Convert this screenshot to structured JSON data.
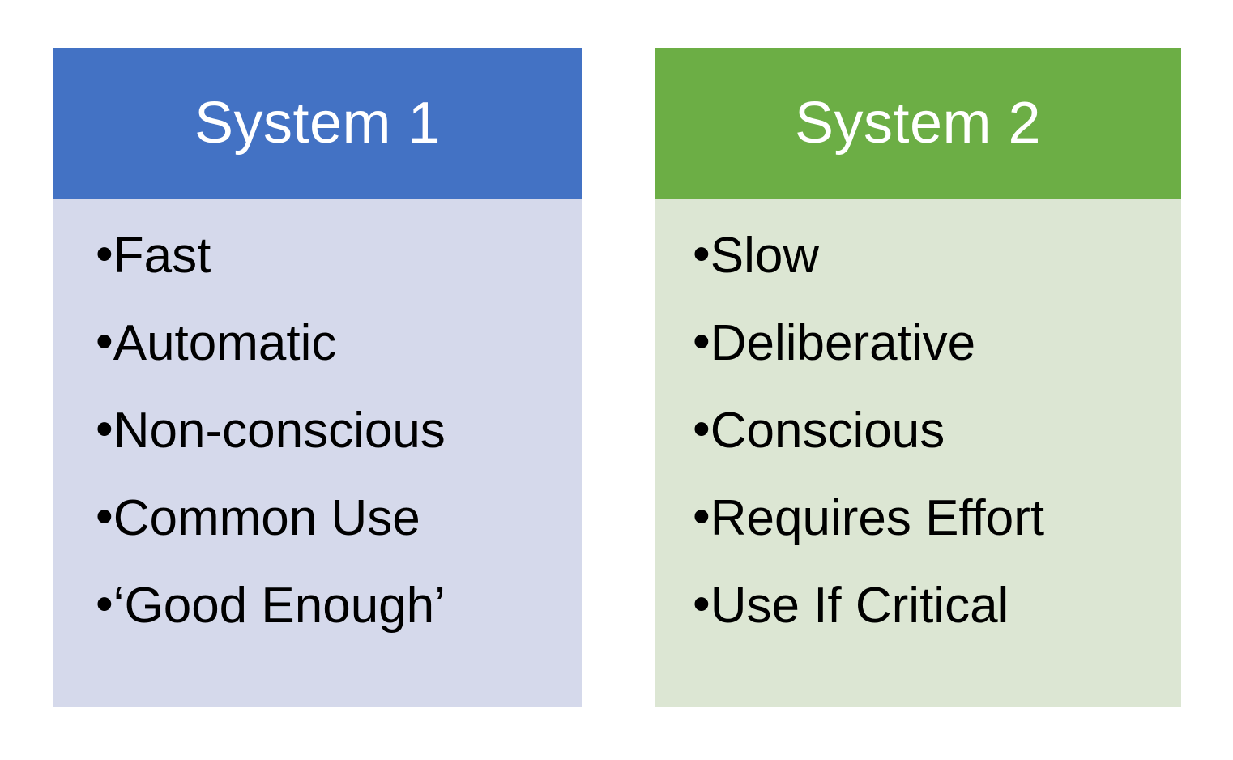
{
  "slide": {
    "background_color": "#FFFFFF",
    "bullet_glyph": "•",
    "text_color": "#000000"
  },
  "columns": [
    {
      "header_label": "System 1",
      "header_bg_color": "#4372C4",
      "header_text_color": "#FFFFFF",
      "body_bg_color": "#D5D9EB",
      "items": [
        "Fast",
        "Automatic",
        "Non-conscious",
        "Common Use",
        "‘Good Enough’"
      ]
    },
    {
      "header_label": "System 2",
      "header_bg_color": "#6CAE45",
      "header_text_color": "#FFFFFF",
      "body_bg_color": "#DCE6D3",
      "items": [
        "Slow",
        "Deliberative",
        "Conscious",
        "Requires Effort",
        "Use If Critical"
      ]
    }
  ]
}
